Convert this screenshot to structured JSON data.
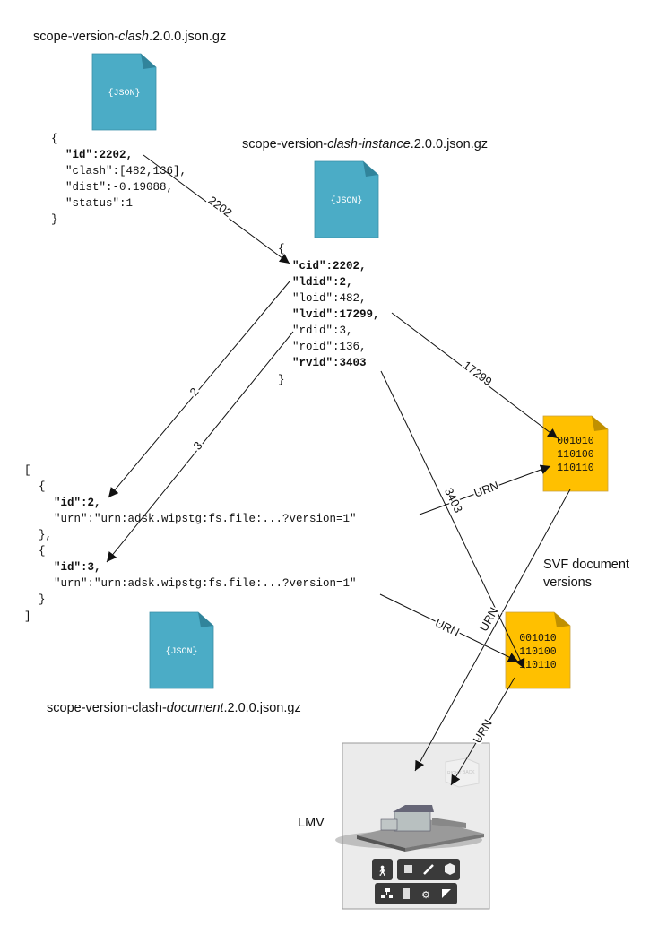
{
  "files": {
    "clash": {
      "title_prefix": "scope-version-",
      "title_italic": "clash",
      "title_suffix": ".2.0.0.json.gz",
      "icon_label": "{JSON}",
      "json_lines": [
        "{",
        "\"id\":2202,",
        "\"clash\":[482,136],",
        "\"dist\":-0.19088,",
        "\"status\":1",
        "}"
      ]
    },
    "instance": {
      "title_prefix": "scope-version-",
      "title_italic": "clash-instance",
      "title_suffix": ".2.0.0.json.gz",
      "icon_label": "{JSON}",
      "json_lines": [
        "{",
        "\"cid\":2202,",
        "\"ldid\":2,",
        "\"loid\":482,",
        "\"lvid\":17299,",
        "\"rdid\":3,",
        "\"roid\":136,",
        "\"rvid\":3403",
        "}"
      ]
    },
    "document": {
      "title_prefix": "scope-version-clash-",
      "title_italic": "document",
      "title_suffix": ".2.0.0.json.gz",
      "icon_label": "{JSON}",
      "json_lines": [
        "[",
        "{",
        "\"id\":2,",
        "\"urn\":\"urn:adsk.wipstg:fs.file:...?version=1\"",
        "},",
        "{",
        "\"id\":3,",
        "\"urn\":\"urn:adsk.wipstg:fs.file:...?version=1\"",
        "}",
        "]"
      ]
    }
  },
  "svf": {
    "label_line1": "SVF document",
    "label_line2": "versions",
    "binary_lines": [
      "001010",
      "110100",
      "110110"
    ]
  },
  "lmv": {
    "label": "LMV",
    "viewcube": [
      "RIGHT",
      "BACK"
    ]
  },
  "edges": {
    "e2202": "2202",
    "e2": "2",
    "e3": "3",
    "e17299": "17299",
    "e3403": "3403",
    "urn1": "URN",
    "urn2": "URN",
    "urn3": "URN",
    "urn4": "URN"
  },
  "colors": {
    "json_file": "#4bacc6",
    "json_fold": "#31849b",
    "svf_file": "#ffc000",
    "svf_fold": "#c09000",
    "lmv_bg": "#ebebeb",
    "toolbar": "#3a3a3a"
  }
}
